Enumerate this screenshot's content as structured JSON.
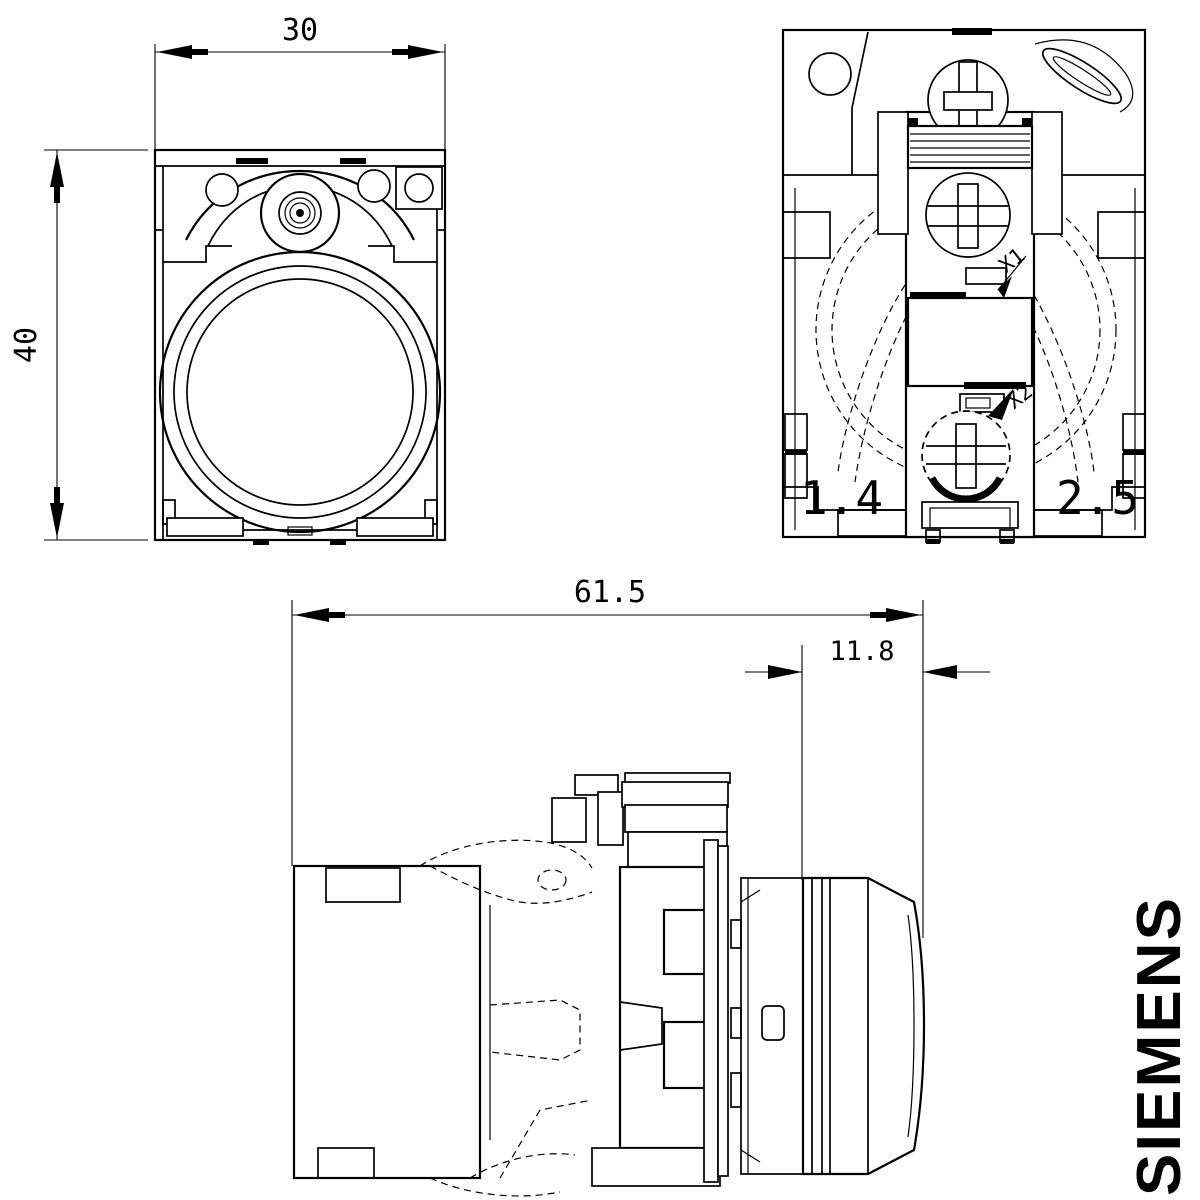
{
  "page": {
    "background": "#ffffff",
    "line_color": "#000000"
  },
  "brand": {
    "name": "SIEMENS",
    "color": "#0F9A97"
  },
  "front_view": {
    "width_dim": "30",
    "height_dim": "40"
  },
  "rear_view": {
    "label_x1": "X1",
    "label_x2": "X2",
    "terminal_left": "1.4",
    "terminal_right": "2.5"
  },
  "side_view": {
    "total_depth_dim": "61.5",
    "front_depth_dim": "11.8"
  }
}
